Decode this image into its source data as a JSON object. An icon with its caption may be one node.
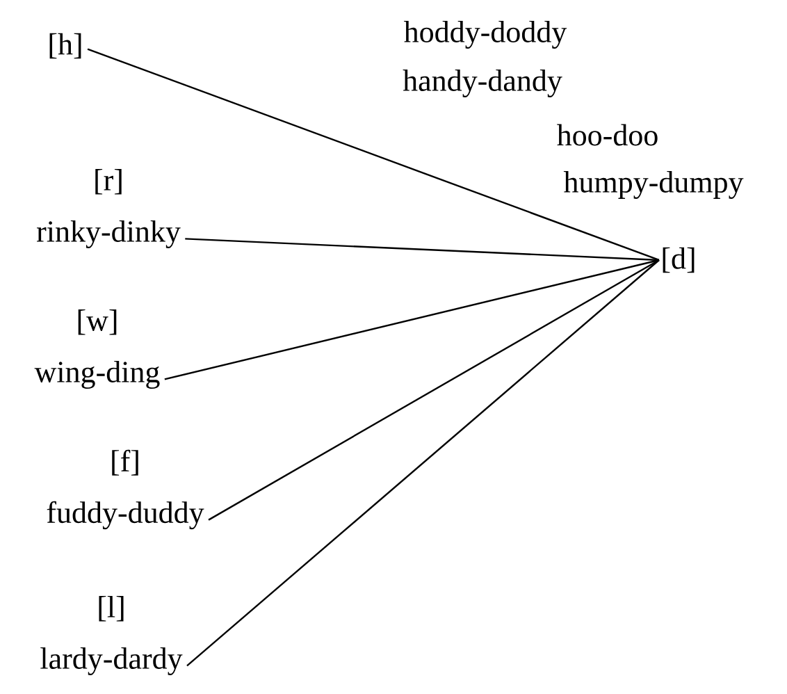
{
  "diagram": {
    "nodes": [
      {
        "text": [
          "[h]"
        ]
      },
      {
        "text": [
          "[r]",
          "rinky-dinky"
        ]
      },
      {
        "text": [
          "[w]",
          "wing-ding"
        ]
      },
      {
        "text": [
          "[f]",
          "fuddy-duddy"
        ]
      },
      {
        "text": [
          "[l]",
          "lardy-dardy"
        ]
      },
      {
        "text": [
          "[d]"
        ]
      }
    ],
    "edges": [
      {
        "from": 0,
        "to": 5,
        "arrow": "none"
      },
      {
        "from": 1,
        "to": 5,
        "arrow": "none"
      },
      {
        "from": 2,
        "to": 5,
        "arrow": "none"
      },
      {
        "from": 3,
        "to": 5,
        "arrow": "none"
      },
      {
        "from": 4,
        "to": 5,
        "arrow": "none"
      }
    ],
    "labels": [
      "hoddy-doddy",
      "handy-dandy",
      "hoo-doo",
      "humpy-dumpy"
    ]
  }
}
